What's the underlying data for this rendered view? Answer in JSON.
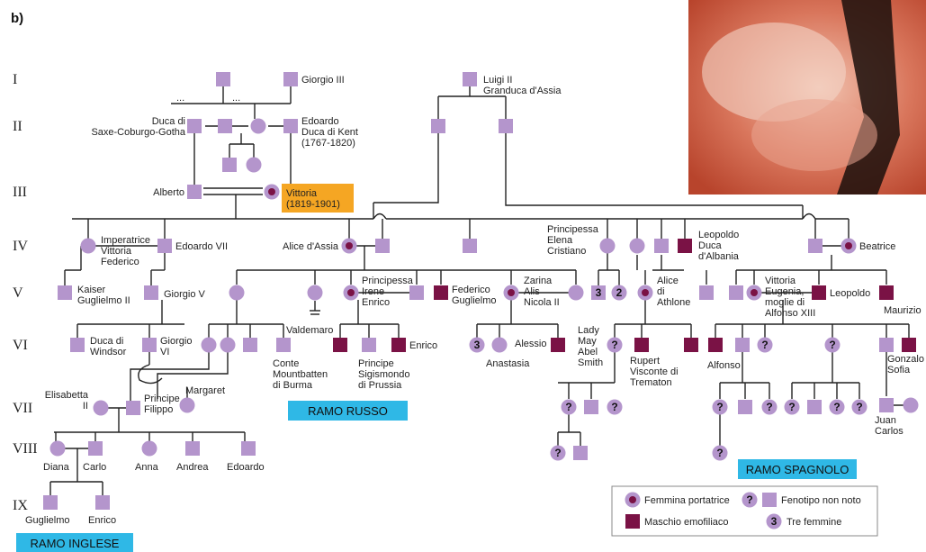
{
  "panel_label": "b)",
  "generations": [
    "I",
    "II",
    "III",
    "IV",
    "V",
    "VI",
    "VII",
    "VIII",
    "IX"
  ],
  "colors": {
    "phenotype": "#b495cc",
    "hemophiliac": "#7a1245",
    "line": "#222222",
    "highlight": "#f5a623",
    "branch": "#2fb8e6",
    "photo": "#c9543a"
  },
  "people": [
    {
      "label": "Giorgio III"
    },
    {
      "label": "Luigi II\nGranduca d'Assia"
    },
    {
      "label": "Duca di\nSaxe-Coburgo-Gotha"
    },
    {
      "label": "Edoardo\nDuca di Kent\n(1767-1820)"
    },
    {
      "label": "Alberto"
    },
    {
      "label": "Vittoria\n(1819-1901)"
    },
    {
      "label": "Imperatrice\nVittoria\nFederico"
    },
    {
      "label": "Edoardo VII"
    },
    {
      "label": "Alice d'Assia"
    },
    {
      "label": "Principessa\nElena\nCristiano"
    },
    {
      "label": "Leopoldo\nDuca\nd'Albania"
    },
    {
      "label": "Beatrice"
    },
    {
      "label": "Kaiser\nGuglielmo II"
    },
    {
      "label": "Giorgio V"
    },
    {
      "label": "Principessa\nIrene\nEnrico"
    },
    {
      "label": "Federico\nGuglielmo"
    },
    {
      "label": "Zarina\nAlis\nNicola II"
    },
    {
      "label": "Alice\ndi\nAthlone"
    },
    {
      "label": "Vittoria\nEugenia,\nmoglie di\nAlfonso XIII"
    },
    {
      "label": "Leopoldo"
    },
    {
      "label": "Maurizio"
    },
    {
      "label": "Duca di\nWindsor"
    },
    {
      "label": "Giorgio\nVI"
    },
    {
      "label": "Valdemaro"
    },
    {
      "label": "Conte\nMountbatten\ndi Burma"
    },
    {
      "label": "Principe\nSigismondo\ndi Prussia"
    },
    {
      "label": "Enrico"
    },
    {
      "label": "Alessio"
    },
    {
      "label": "Anastasia"
    },
    {
      "label": "Lady\nMay\nAbel\nSmith"
    },
    {
      "label": "Rupert\nVisconte di\nTrematon"
    },
    {
      "label": "Alfonso"
    },
    {
      "label": "Gonzalo\nSofia"
    },
    {
      "label": "Elisabetta\nII"
    },
    {
      "label": "Principe\nFilippo"
    },
    {
      "label": "Margaret"
    },
    {
      "label": "Juan\nCarlos"
    },
    {
      "label": "Diana"
    },
    {
      "label": "Carlo"
    },
    {
      "label": "Anna"
    },
    {
      "label": "Andrea"
    },
    {
      "label": "Edoardo"
    },
    {
      "label": "Guglielmo"
    },
    {
      "label": "Enrico"
    }
  ],
  "branches": {
    "russo": "RAMO RUSSO",
    "spagnolo": "RAMO SPAGNOLO",
    "inglese": "RAMO INGLESE"
  },
  "badges": {
    "three": "3",
    "two": "2",
    "unknown": "?",
    "ellipsis": "..."
  },
  "legend": {
    "carrier": "Femmina portatrice",
    "unknown": "Fenotipo non noto",
    "hemophiliac": "Maschio emofiliaco",
    "three_females": "Tre femmine"
  }
}
